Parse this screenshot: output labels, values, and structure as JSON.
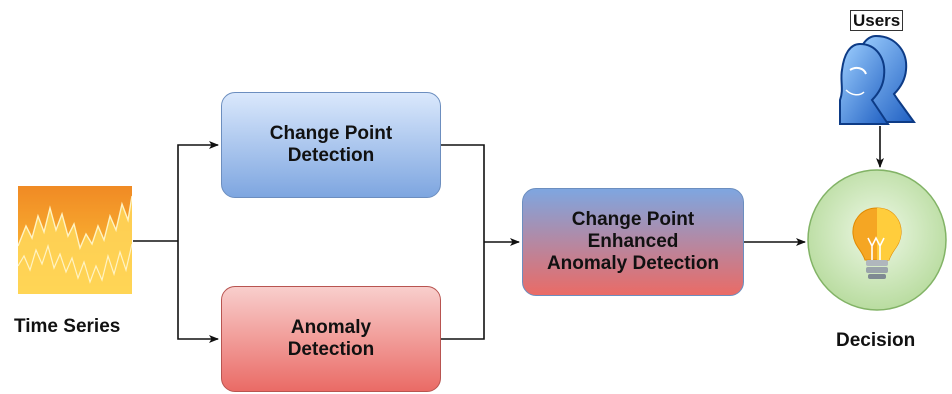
{
  "nodes": {
    "time_series": {
      "label": "Time Series"
    },
    "change_point_detection": {
      "line1": "Change Point",
      "line2": "Detection"
    },
    "anomaly_detection": {
      "line1": "Anomaly",
      "line2": "Detection"
    },
    "enhanced": {
      "line1": "Change Point",
      "line2": "Enhanced",
      "line3": "Anomaly Detection"
    },
    "users": {
      "label": "Users"
    },
    "decision": {
      "label": "Decision"
    }
  },
  "icons": {
    "time_series": "time-series-chart-icon",
    "users": "users-icon",
    "decision": "lightbulb-icon"
  },
  "colors": {
    "blue_box_top": "#dae8fc",
    "blue_box_bottom": "#7ea6e0",
    "red_box_top": "#f8cecc",
    "red_box_bottom": "#ea6b66",
    "decision_fill": "#c5e0b4",
    "edge": "#111111"
  }
}
